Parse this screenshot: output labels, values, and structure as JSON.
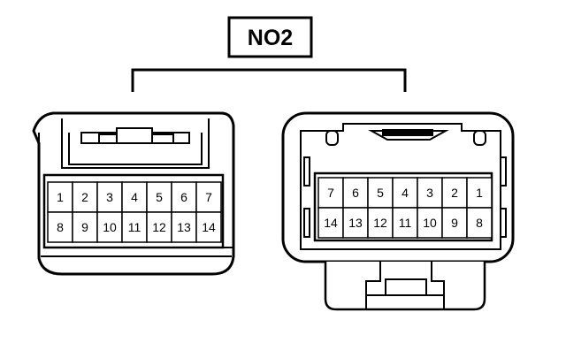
{
  "diagram": {
    "title": "NO2",
    "left_connector": {
      "row1": [
        "1",
        "2",
        "3",
        "4",
        "5",
        "6",
        "7"
      ],
      "row2": [
        "8",
        "9",
        "10",
        "11",
        "12",
        "13",
        "14"
      ]
    },
    "right_connector": {
      "row1": [
        "7",
        "6",
        "5",
        "4",
        "3",
        "2",
        "1"
      ],
      "row2": [
        "14",
        "13",
        "12",
        "11",
        "10",
        "9",
        "8"
      ]
    },
    "colors": {
      "line": "#000000",
      "background": "#ffffff"
    }
  }
}
